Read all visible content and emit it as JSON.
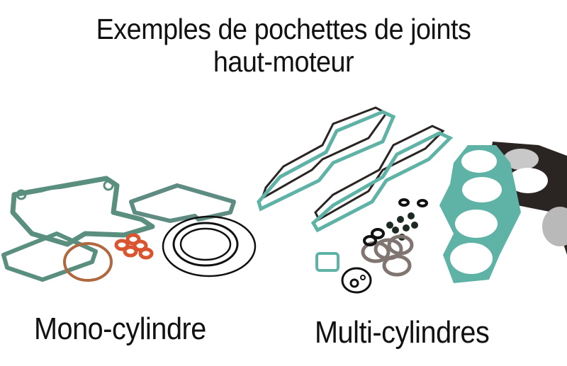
{
  "title": {
    "line1": "Exemples de pochettes de joints",
    "line2": "haut-moteur"
  },
  "captions": {
    "mono": "Mono-cylindre",
    "multi": "Multi-cylindres"
  },
  "photos": {
    "mono": {
      "icon": "gasket-kit-single-cylinder",
      "gasket_color": "#5a8f7f",
      "copper_color": "#b0683f",
      "washer_color": "#d9552f",
      "oring_color": "#111111"
    },
    "multi": {
      "icon": "gasket-kit-multi-cylinder",
      "gasket_color": "#5fb3a6",
      "metal_gasket_color": "#2a2523",
      "silver_color": "#b9b9b9"
    }
  }
}
